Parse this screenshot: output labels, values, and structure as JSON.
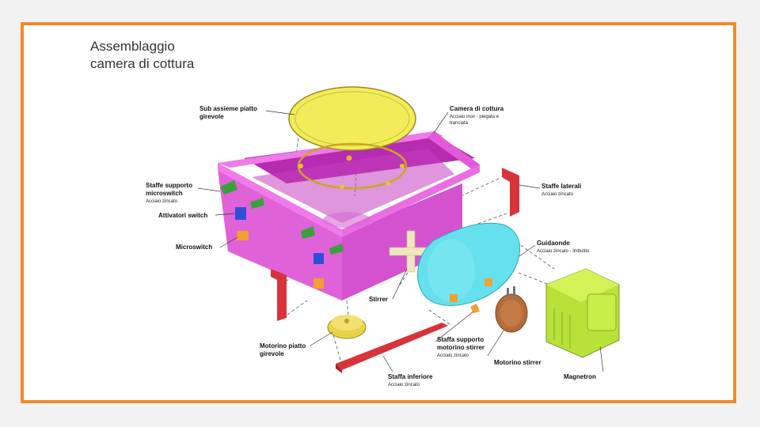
{
  "title": {
    "line1": "Assemblaggio",
    "line2": "camera di cottura"
  },
  "colors": {
    "frame": "#ef8a2c",
    "chamber": "#e84fe0",
    "chamber_dark": "#b52cb0",
    "turntable": "#f2ec5a",
    "waveguide": "#66e0ec",
    "magnetron": "#c6ef4a",
    "bracket_red": "#d8333a",
    "bracket_green": "#3aa13a",
    "actuator_blue": "#2f4fd8",
    "switch_orange": "#f0a030"
  },
  "labels": {
    "sub_assieme": {
      "title_l1": "Sub assieme piatto",
      "title_l2": "girevole"
    },
    "camera": {
      "title": "Camera di cottura",
      "sub_l1": "Acciaio inox - piegata e",
      "sub_l2": "tranciata"
    },
    "staffe_supporto": {
      "title_l1": "Staffe supporto",
      "title_l2": "microswitch",
      "sub": "Acciaio zincato"
    },
    "attivatori": {
      "title": "Attivatori switch"
    },
    "microswitch": {
      "title": "Microswitch"
    },
    "staffe_laterali": {
      "title": "Staffe laterali",
      "sub": "Acciaio zincato"
    },
    "guidaonde": {
      "title": "Guidaonde",
      "sub": "Acciaio zincato - imbutito"
    },
    "stirrer": {
      "title": "Stirrer"
    },
    "motorino_piatto": {
      "title_l1": "Motorino piatto",
      "title_l2": "girevole"
    },
    "staffa_supporto_stirrer": {
      "title_l1": "Staffa supporto",
      "title_l2": "motorino stirrer",
      "sub": "Acciaio zincato"
    },
    "motorino_stirrer": {
      "title": "Motorino stirrer"
    },
    "staffa_inferiore": {
      "title": "Staffa inferiore",
      "sub": "Acciaio zincato"
    },
    "magnetron": {
      "title": "Magnetron"
    }
  }
}
